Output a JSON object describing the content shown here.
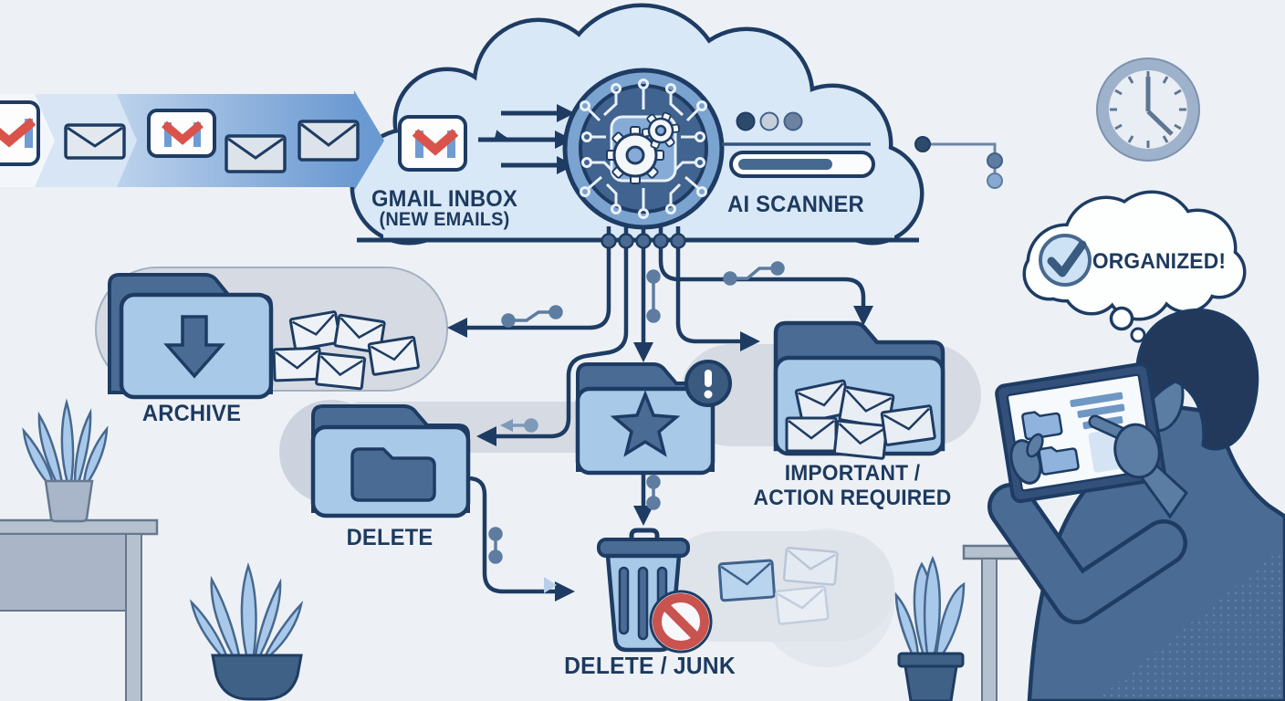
{
  "labels": {
    "source": "GMAIL INBOX",
    "source_sub": "(NEW EMAILS)",
    "scanner": "AI SCANNER",
    "archive": "ARCHIVE",
    "delete": "DELETE",
    "important_line1": "IMPORTANT /",
    "important_line2": "ACTION REQUIRED",
    "junk": "DELETE / JUNK",
    "organized": "ORGANIZED!"
  },
  "diagram": {
    "type": "flowchart-illustration",
    "nodes": [
      {
        "id": "inbox",
        "label": "GMAIL INBOX",
        "sublabel": "(NEW EMAILS)",
        "icon": "gmail-icon"
      },
      {
        "id": "scanner",
        "label": "AI SCANNER",
        "icon": "ai-chip-icon",
        "status": "progress-bar ~70%"
      },
      {
        "id": "archive",
        "label": "ARCHIVE",
        "icon": "archive-folder-icon"
      },
      {
        "id": "delete",
        "label": "DELETE",
        "icon": "folder-icon"
      },
      {
        "id": "starred",
        "label": "",
        "icon": "star-folder-alert-icon"
      },
      {
        "id": "important",
        "label": "IMPORTANT / ACTION REQUIRED",
        "icon": "envelopes-folder-icon"
      },
      {
        "id": "junk",
        "label": "DELETE / JUNK",
        "icon": "trash-no-entry-icon"
      },
      {
        "id": "organized",
        "label": "ORGANIZED!",
        "icon": "check-thought-bubble-icon"
      }
    ],
    "edges": [
      {
        "from": "inbox",
        "to": "scanner"
      },
      {
        "from": "scanner",
        "to": "archive"
      },
      {
        "from": "scanner",
        "to": "delete"
      },
      {
        "from": "scanner",
        "to": "starred"
      },
      {
        "from": "scanner",
        "to": "important"
      },
      {
        "from": "delete",
        "to": "junk"
      },
      {
        "from": "starred",
        "to": "junk"
      }
    ]
  },
  "icons": [
    "gmail-icon",
    "envelope-icon",
    "cloud-icon",
    "ai-chip-icon",
    "gear-icon",
    "status-dots",
    "progress-bar",
    "clock-icon",
    "archive-folder-icon",
    "download-arrow-icon",
    "delete-folder-icon",
    "star-folder-icon",
    "alert-badge-icon",
    "important-folder-icon",
    "trash-icon",
    "no-entry-icon",
    "thought-bubble-icon",
    "checkmark-icon",
    "tablet-icon",
    "person-icon",
    "plant-icon",
    "desk-icon"
  ],
  "colors": {
    "background": "#edf1f6",
    "outline_navy": "#1e3c63",
    "text_navy": "#1d3a5f",
    "cloud_fill": "#d9e8f7",
    "band_blue": "#6f9cd2",
    "folder_light": "#a9c9e9",
    "folder_dark": "#4a6c94",
    "gray_pill": "#d6dbe3",
    "chip_outer": "#7aa3cf",
    "chip_inner": "#40638f",
    "gmail_red": "#d9534a",
    "no_entry_red": "#c9534f",
    "decor_slate": "#5e7ca0",
    "shirt_blue": "#4a6b93",
    "skin_blue": "#5b7ca3",
    "hair_navy": "#22395c"
  }
}
